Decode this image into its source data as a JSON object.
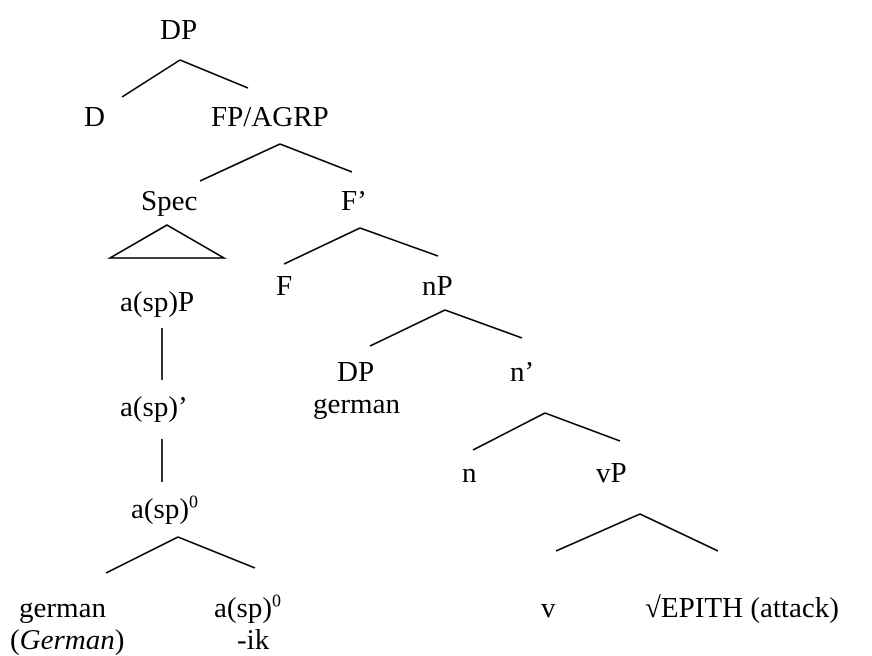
{
  "nodes": {
    "dp": "DP",
    "d": "D",
    "fp": "FP/AGRP",
    "spec": "Spec",
    "fbar": "F’",
    "f": "F",
    "np": "nP",
    "asp_p": "a(sp)P",
    "dp2": "DP",
    "dp2_word": "german",
    "nbar": "n’",
    "asp_bar": "a(sp)’",
    "n": "n",
    "vp": "vP",
    "asp0": "a(sp)",
    "asp0_sup": "0",
    "german": "german",
    "gloss_open": "(",
    "gloss_word": "German",
    "gloss_close": ")",
    "asp0_2": "a(sp)",
    "asp0_2_sup": "0",
    "ik": "-ik",
    "v": "v",
    "epith": "√EPITH (attack)"
  }
}
